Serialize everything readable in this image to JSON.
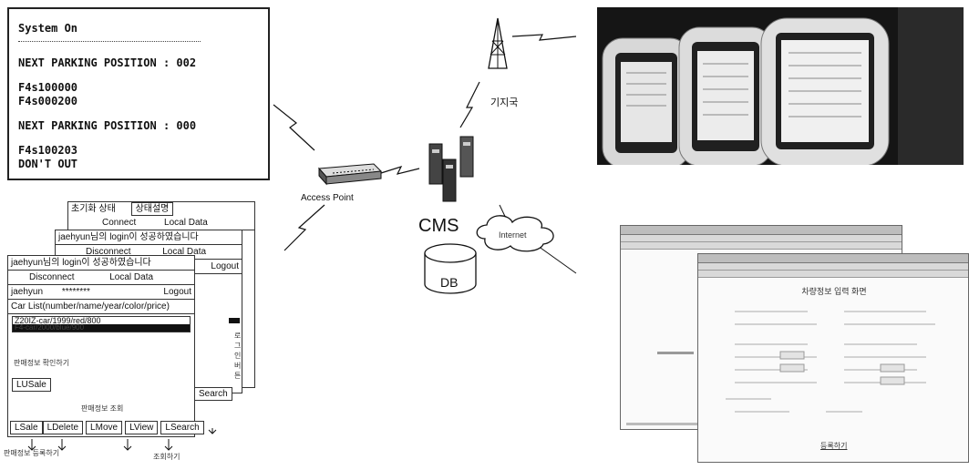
{
  "terminal": {
    "title": "System On",
    "line1": "NEXT PARKING POSITION : 002",
    "code1": "F4s100000",
    "code2": "F4s000200",
    "line2": "NEXT PARKING POSITION : 000",
    "code3": "F4s100203",
    "code4": "DON'T OUT"
  },
  "network": {
    "access_point": "Access Point",
    "base_station": "기지국",
    "cms": "CMS",
    "db": "DB",
    "internet": "Internet"
  },
  "pda_back": {
    "status": "초기화 상태",
    "status_desc": "상태설명",
    "connect": "Connect",
    "local_data": "Local Data"
  },
  "pda_middle": {
    "login_msg": "jaehyun님의 login이 성공하였습니다",
    "disconnect": "Disconnect",
    "local_data": "Local Data",
    "logout": "Logout",
    "side_note": "로그인 버튼",
    "search": "Search"
  },
  "pda_front": {
    "login_msg": "jaehyun님의 login이 성공하였습니다",
    "disconnect": "Disconnect",
    "local_data": "Local Data",
    "user": "jaehyun",
    "password": "********",
    "logout": "Logout",
    "list_header": "Car List(number/name/year/color/price)",
    "list_item1": "Z20IZ-car/1999/red/800",
    "list_item2": "F4-car/2000/blue/900",
    "info_label": "판매정보 확인하기",
    "lusale": "LUSale",
    "info_label2": "판매정보 조회",
    "buttons": [
      "LSale",
      "LDelete",
      "LMove",
      "LView",
      "LSearch"
    ],
    "foot1": "판매정보 등록하기",
    "foot2": "조회하기"
  },
  "web_page": {
    "title": "차량정보 입력 화면",
    "submit": "등록하기"
  },
  "colors": {
    "ink": "#111111",
    "photo_bg": "#1a1a1a",
    "highlight": "#111111"
  }
}
